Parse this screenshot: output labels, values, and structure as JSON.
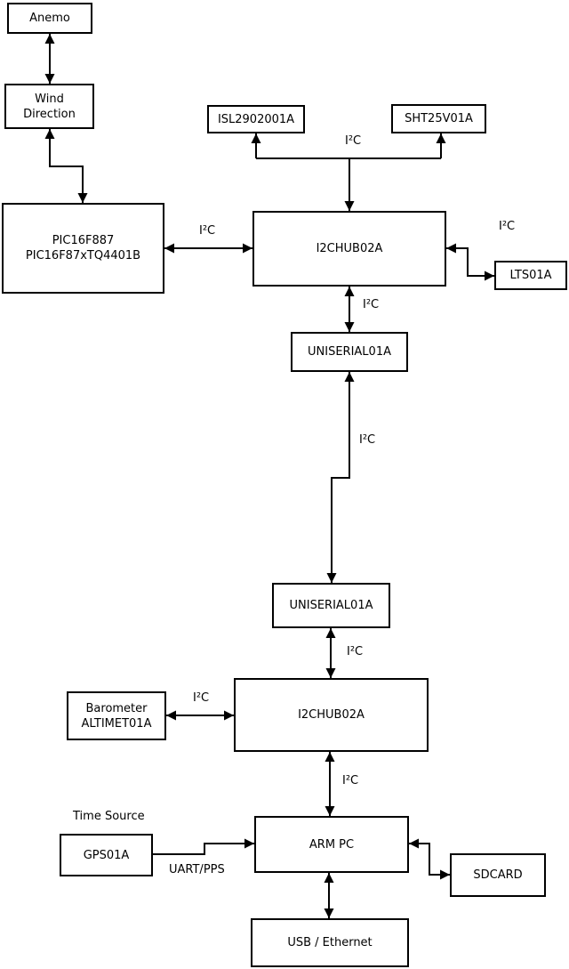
{
  "diagram": {
    "type": "hardware-block-diagram",
    "colors": {
      "background": "#ffffff",
      "box_fill": "#ffffff",
      "line": "#000000",
      "text": "#000000"
    },
    "nodes": {
      "anemo": {
        "label": "Anemo"
      },
      "wind_direction": {
        "line1": "Wind",
        "line2": "Direction"
      },
      "pic": {
        "line1": "PIC16F887",
        "line2": "PIC16F87xTQ4401B"
      },
      "isl": {
        "label": "ISL2902001A"
      },
      "sht": {
        "label": "SHT25V01A"
      },
      "i2c_hub_1": {
        "label": "I2CHUB02A"
      },
      "lts": {
        "label": "LTS01A"
      },
      "uniserial_1": {
        "label": "UNISERIAL01A"
      },
      "uniserial_2": {
        "label": "UNISERIAL01A"
      },
      "i2c_hub_2": {
        "label": "I2CHUB02A"
      },
      "barometer": {
        "line1": "Barometer",
        "line2": "ALTIMET01A"
      },
      "gps": {
        "label": "GPS01A"
      },
      "arm_pc": {
        "label": "ARM PC"
      },
      "sdcard": {
        "label": "SDCARD"
      },
      "usb_ethernet": {
        "label": "USB / Ethernet"
      }
    },
    "labels": {
      "i2c_isl_sht": "I²C",
      "i2c_pic_hub1": "I²C",
      "i2c_hub1_lts": "I²C",
      "i2c_hub1_uniserial1": "I²C",
      "i2c_uniserial_link": "I²C",
      "i2c_uniserial2_hub2": "I²C",
      "i2c_barometer_hub2": "I²C",
      "i2c_hub2_armpc": "I²C",
      "time_source": "Time Source",
      "uart_pps": "UART/PPS"
    },
    "edges": [
      {
        "from": "anemo",
        "to": "wind_direction",
        "bidirectional": true
      },
      {
        "from": "wind_direction",
        "to": "pic",
        "bidirectional": true
      },
      {
        "from": "pic",
        "to": "i2c_hub_1",
        "bidirectional": true,
        "label": "I²C"
      },
      {
        "from": "i2c_hub_1",
        "to": "isl",
        "bidirectional": false,
        "label": "I²C"
      },
      {
        "from": "i2c_hub_1",
        "to": "sht",
        "bidirectional": false,
        "label": "I²C"
      },
      {
        "from": "i2c_hub_1",
        "to": "lts",
        "bidirectional": true,
        "label": "I²C"
      },
      {
        "from": "i2c_hub_1",
        "to": "uniserial_1",
        "bidirectional": true,
        "label": "I²C"
      },
      {
        "from": "uniserial_1",
        "to": "uniserial_2",
        "bidirectional": true,
        "label": "I²C"
      },
      {
        "from": "uniserial_2",
        "to": "i2c_hub_2",
        "bidirectional": true,
        "label": "I²C"
      },
      {
        "from": "barometer",
        "to": "i2c_hub_2",
        "bidirectional": true,
        "label": "I²C"
      },
      {
        "from": "i2c_hub_2",
        "to": "arm_pc",
        "bidirectional": true,
        "label": "I²C"
      },
      {
        "from": "gps",
        "to": "arm_pc",
        "bidirectional": false,
        "label": "UART/PPS"
      },
      {
        "from": "arm_pc",
        "to": "sdcard",
        "bidirectional": true
      },
      {
        "from": "arm_pc",
        "to": "usb_ethernet",
        "bidirectional": true
      }
    ]
  }
}
